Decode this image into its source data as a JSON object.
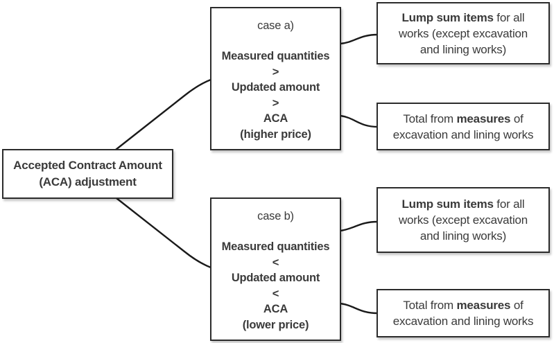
{
  "diagram": {
    "root": {
      "line1": "Accepted Contract Amount",
      "line2": "(ACA) adjustment"
    },
    "case_a": {
      "title": "case a)",
      "lines": [
        "Measured quantities",
        ">",
        "Updated amount",
        ">",
        "ACA",
        "(higher price)"
      ]
    },
    "case_b": {
      "title": "case b)",
      "lines": [
        "Measured quantities",
        "<",
        "Updated amount",
        "<",
        "ACA",
        "(lower price)"
      ]
    },
    "lump_sum_a": {
      "bold": "Lump sum items",
      "rest": " for all works (except excavation and lining works)"
    },
    "measures_a": {
      "pre": "Total from ",
      "bold": "measures",
      "post": " of excavation and lining works"
    },
    "lump_sum_b": {
      "bold": "Lump sum items",
      "rest": " for all works (except excavation and lining works)"
    },
    "measures_b": {
      "pre": "Total from ",
      "bold": "measures",
      "post": " of excavation and lining works"
    }
  },
  "colors": {
    "background": "#ffffff",
    "box_border": "#2b2b2b",
    "text": "#3a3a3a",
    "connector_line": "#1a1a1a"
  }
}
